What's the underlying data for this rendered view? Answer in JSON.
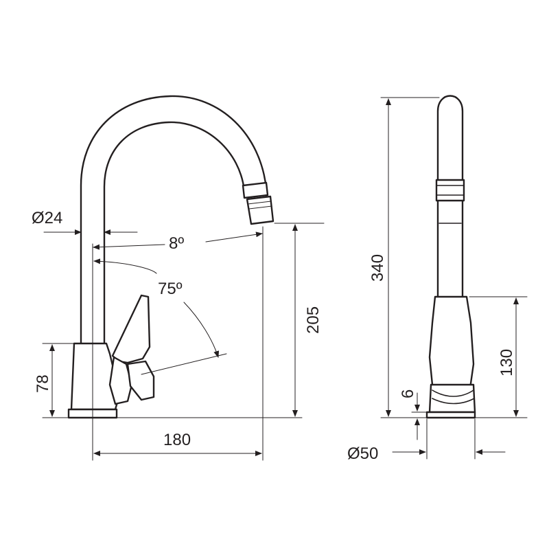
{
  "dimensions": {
    "base_diameter": "Ø24",
    "swivel_angle": "8º",
    "lever_angle": "75º",
    "spout_height": "205",
    "body_height": "78",
    "spout_reach": "180",
    "total_height": "340",
    "lever_height": "130",
    "base_thickness": "6",
    "base_width": "Ø50"
  },
  "colors": {
    "ink": "#231f20",
    "background": "#ffffff"
  }
}
